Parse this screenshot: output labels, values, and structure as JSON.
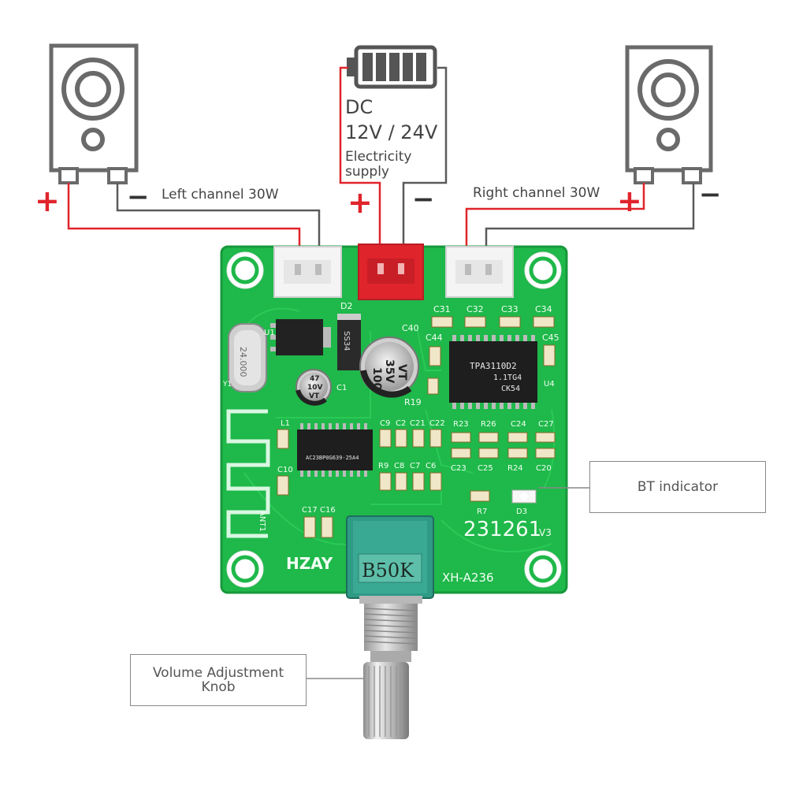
{
  "left_speaker": {
    "label": "Left channel 30W",
    "plus": "+",
    "minus": "−"
  },
  "right_speaker": {
    "label": "Right channel 30W",
    "plus": "+",
    "minus": "−"
  },
  "power": {
    "line1": "DC",
    "line2": "12V / 24V",
    "line3": "Electricity",
    "line4": "supply",
    "plus": "+",
    "minus": "−"
  },
  "callouts": {
    "bt": "BT indicator",
    "volume_line1": "Volume Adjustment",
    "volume_line2": "Knob"
  },
  "board": {
    "brand": "HZAY",
    "model": "XH-A236",
    "serial": "231261",
    "version": "V3",
    "pot_value": "B50K",
    "crystal": "24.000",
    "cap_big": [
      "100",
      "35V",
      "VT"
    ],
    "cap_small": [
      "47",
      "10V",
      "VT"
    ],
    "diode": "SS34",
    "amp_chip": [
      "TPA3110D2",
      "1.1TG4",
      "CK54"
    ],
    "bt_chip": "AC23BP0G639-25A4",
    "antenna": "ANT1",
    "refs": {
      "u1": "U1",
      "d2": "D2",
      "c1": "C1",
      "c40": "C40",
      "c44": "C44",
      "c45": "C45",
      "c31": "C31",
      "c32": "C32",
      "c33": "C33",
      "c34": "C34",
      "u4": "U4",
      "r19": "R19",
      "l1": "L1",
      "c10": "C10",
      "c17": "C17",
      "c16": "C16",
      "y1": "Y1",
      "c9": "C9",
      "c2": "C2",
      "c21": "C21",
      "c22": "C22",
      "r9": "R9",
      "c8": "C8",
      "c7": "C7",
      "c6": "C6",
      "r23": "R23",
      "r26": "R26",
      "c24": "C24",
      "c27": "C27",
      "c23": "C23",
      "c25": "C25",
      "r24": "R24",
      "c20": "C20",
      "r7": "R7",
      "d3": "D3"
    }
  },
  "colors": {
    "pcb": "#1fb84a",
    "wire_red": "#e0242c",
    "wire_gray": "#5a5a5a",
    "connector_red": "#e0242c",
    "pot_green": "#2f9a86"
  }
}
